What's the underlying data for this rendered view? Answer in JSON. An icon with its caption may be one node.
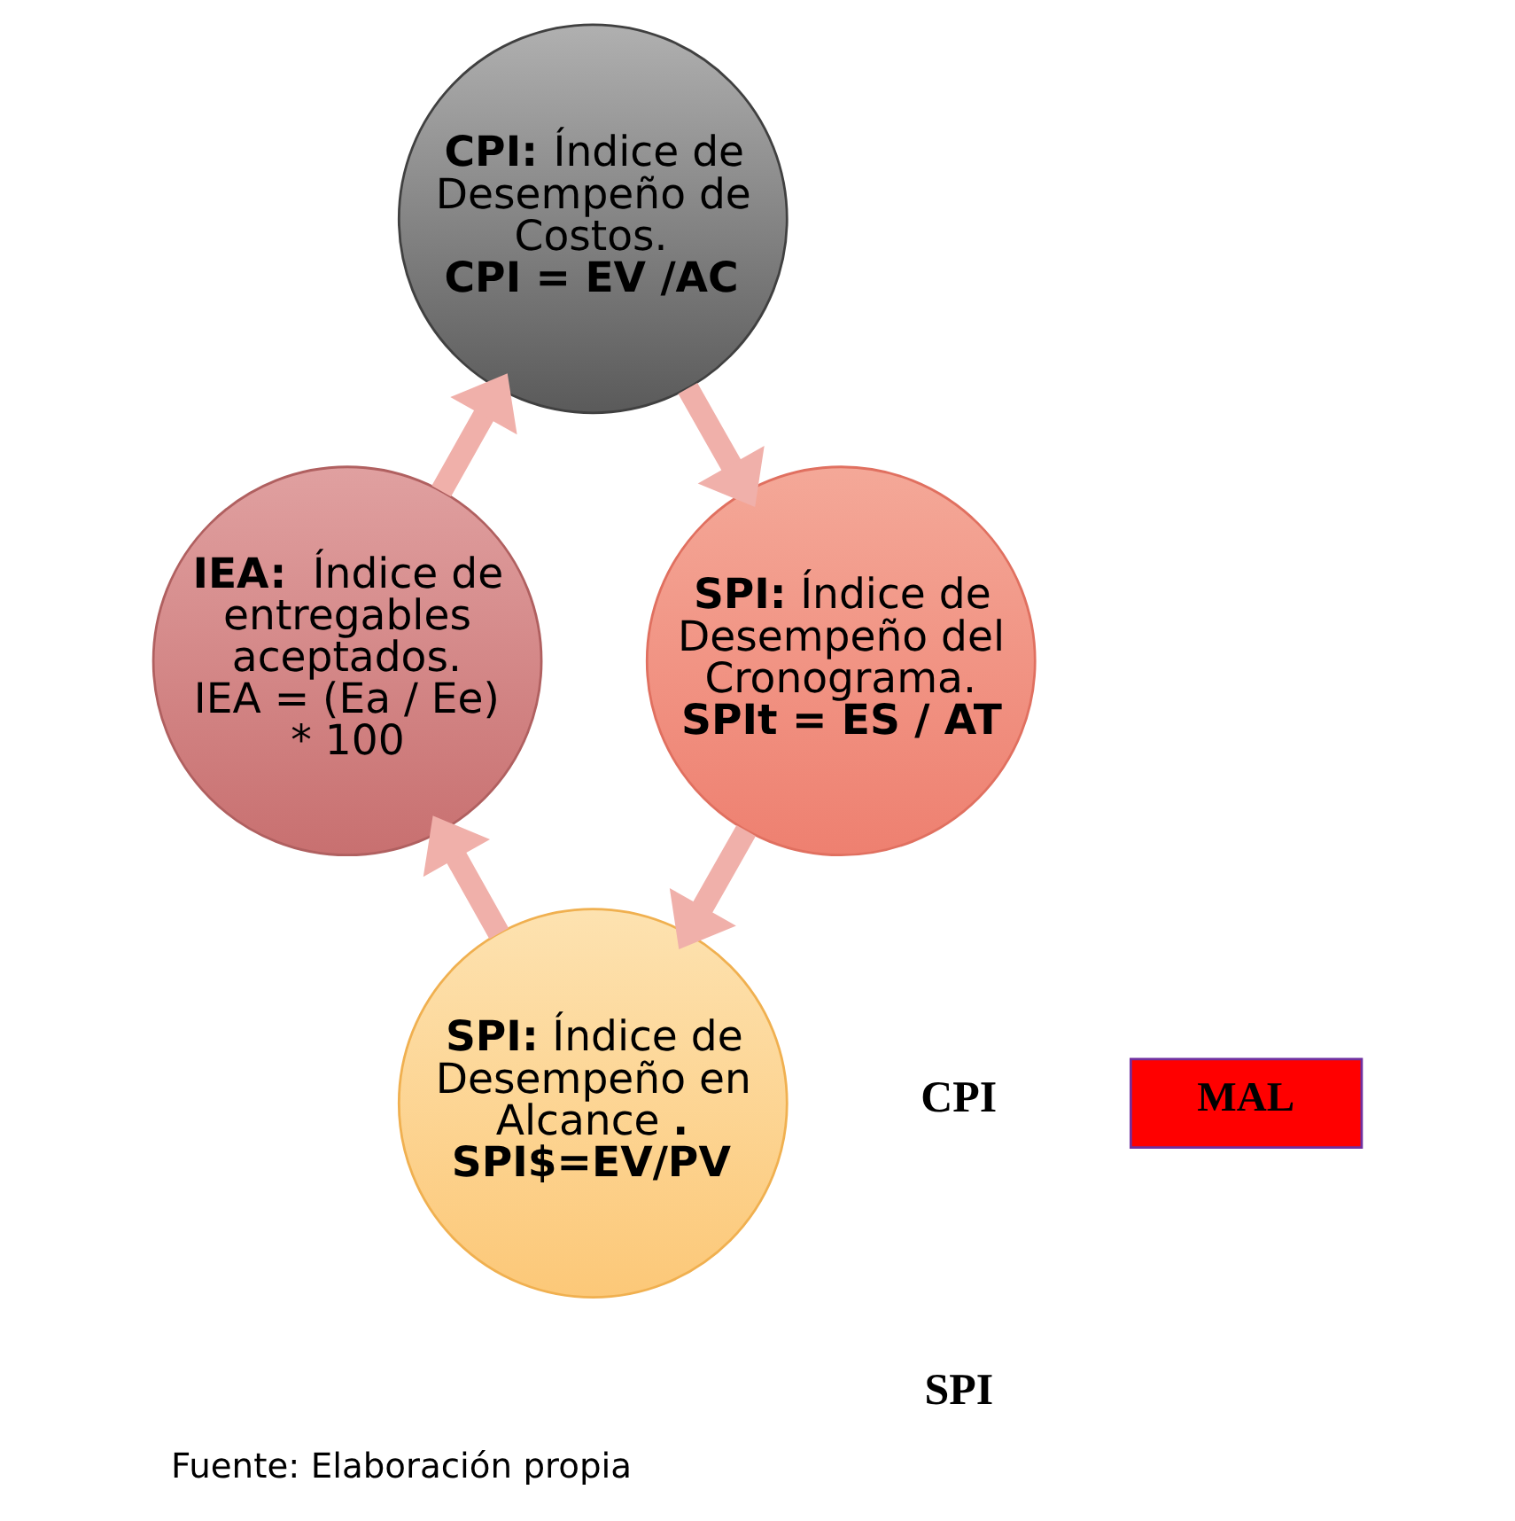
{
  "diagram": {
    "caption": "Fuente: Elaboración propia",
    "nodes": [
      {
        "text": [
          "**CPI:** Índice de Desempeño de Costos.",
          "**CPI = EV /AC**"
        ]
      },
      {
        "text": [
          "**SPI:** Índice de Desempeño del Cronograma.",
          "**SPIt = ES / AT**"
        ]
      },
      {
        "text": [
          "**SPI:** Índice de Desempeño en Alcance **.**",
          "**SPI$=EV/PV**"
        ]
      },
      {
        "text": [
          "**IEA:**  Índice de entregables aceptados.",
          "IEA = (Ea / Ee) * 100"
        ]
      },
      {
        "text": [
          "MAL"
        ]
      }
    ],
    "edges": [
      {
        "from": 0,
        "to": 1,
        "arrow": "to"
      },
      {
        "from": 1,
        "to": 2,
        "arrow": "to"
      },
      {
        "from": 2,
        "to": 3,
        "arrow": "to"
      },
      {
        "from": 3,
        "to": 0,
        "arrow": "to"
      }
    ],
    "labels": [
      "CPI",
      "SPI"
    ]
  }
}
